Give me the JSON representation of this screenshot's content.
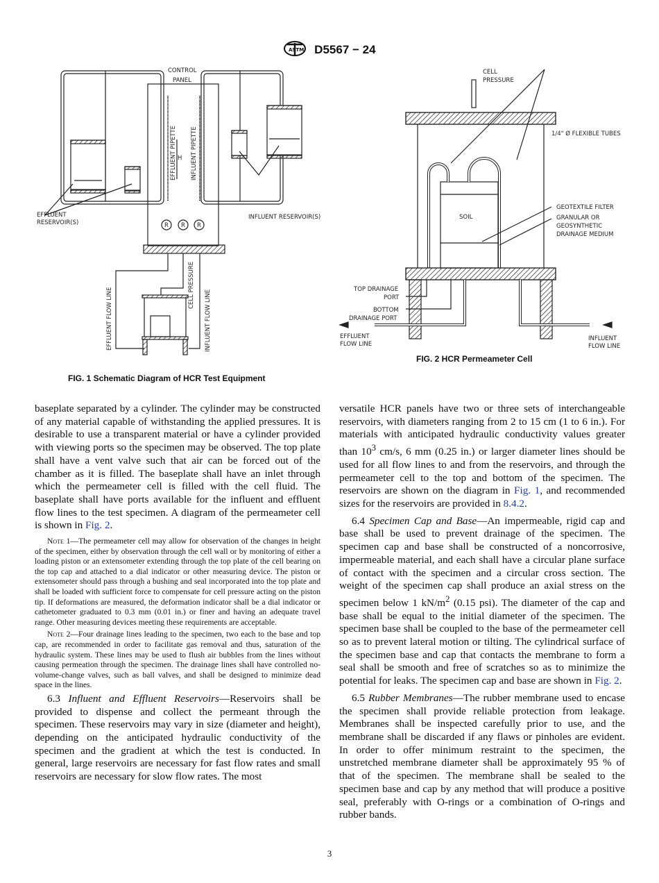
{
  "header": {
    "designation": "D5567 − 24",
    "logo": "astm-logo"
  },
  "fig1": {
    "caption": "FIG. 1  Schematic Diagram of HCR Test Equipment",
    "labels": {
      "control_panel_1": "CONTROL",
      "control_panel_2": "PANEL",
      "effluent_pipette": "EFFLUENT PIPETTE",
      "influent_pipette": "INFLUENT PIPETTE",
      "h": "H",
      "effluent_res_1": "EFFLUENT",
      "effluent_res_2": "RESERVOIR(S)",
      "influent_res": "INFLUENT RESERVOIR(S)",
      "r": "R",
      "effluent_flow": "EFFLUENT FLOW LINE",
      "cell_pressure": "CELL PRESSURE",
      "influent_flow": "INFLUENT FLOW LINE"
    }
  },
  "fig2": {
    "caption": "FIG. 2  HCR Permeameter Cell",
    "labels": {
      "cell_pressure_1": "CELL",
      "cell_pressure_2": "PRESSURE",
      "tubes": "1/4\" Ø FLEXIBLE TUBES",
      "soil": "SOIL",
      "geotextile": "GEOTEXTILE FILTER",
      "drain_1": "GRANULAR OR",
      "drain_2": "GEOSYNTHETIC",
      "drain_3": "DRAINAGE MEDIUM",
      "top_port_1": "TOP DRAINAGE",
      "top_port_2": "PORT",
      "bottom_port_1": "BOTTOM",
      "bottom_port_2": "DRAINAGE PORT",
      "eff_1": "EFFLUENT",
      "eff_2": "FLOW LINE",
      "inf_1": "INFLUENT",
      "inf_2": "FLOW LINE"
    }
  },
  "left": {
    "p1a": "baseplate separated by a cylinder. The cylinder may be constructed of any material capable of withstanding the applied pressures. It is desirable to use a transparent material or have a cylinder provided with viewing ports so the specimen may be observed. The top plate shall have a vent valve such that air can be forced out of the chamber as it is filled. The baseplate shall have an inlet through which the permeameter cell is filled with the cell fluid. The baseplate shall have ports available for the influent and effluent flow lines to the test specimen. A diagram of the permeameter cell is shown in ",
    "p1_link": "Fig. 2",
    "p1b": ".",
    "note1_label": "Note 1",
    "note1": "—The permeameter cell may allow for observation of the changes in height of the specimen, either by observation through the cell wall or by monitoring of either a loading piston or an extensometer extending through the top plate of the cell bearing on the top cap and attached to a dial indicator or other measuring device. The piston or extensometer should pass through a bushing and seal incorporated into the top plate and shall be loaded with sufficient force to compensate for cell pressure acting on the piston tip. If deformations are measured, the deformation indicator shall be a dial indicator or cathetometer graduated to 0.3 mm (0.01 in.) or finer and having an adequate travel range. Other measuring devices meeting these requirements are acceptable.",
    "note2_label": "Note 2",
    "note2": "—Four drainage lines leading to the specimen, two each to the base and top cap, are recommended in order to facilitate gas removal and thus, saturation of the hydraulic system. These lines may be used to flush air bubbles from the lines without causing permeation through the specimen. The drainage lines shall have controlled no-volume-change valves, such as ball valves, and shall be designed to minimize dead space in the lines.",
    "p63_num": "6.3 ",
    "p63_title": "Influent and Effluent Reservoirs",
    "p63": "—Reservoirs shall be provided to dispense and collect the permeant through the specimen. These reservoirs may vary in size (diameter and height), depending on the anticipated hydraulic conductivity of the specimen and the gradient at which the test is conducted. In general, large reservoirs are necessary for fast flow rates and small reservoirs are necessary for slow flow rates. The most"
  },
  "right": {
    "p1a": "versatile HCR panels have two or three sets of interchangeable reservoirs, with diameters ranging from 2 to 15 cm (1 to 6 in.). For materials with anticipated hydraulic conductivity values greater than 10",
    "p1_sup": "3",
    "p1b": " cm/s, 6 mm (0.25 in.) or larger diameter lines should be used for all flow lines to and from the reservoirs, and through the permeameter cell to the top and bottom of the specimen. The reservoirs are shown on the diagram in ",
    "p1_link1": "Fig. 1",
    "p1c": ", and recommended sizes for the reservoirs are provided in ",
    "p1_link2": "8.4.2",
    "p1d": ".",
    "p64_num": "6.4 ",
    "p64_title": "Specimen Cap and Base",
    "p64a": "—An impermeable, rigid cap and base shall be used to prevent drainage of the specimen. The specimen cap and base shall be constructed of a noncorrosive, impermeable material, and each shall have a circular plane surface of contact with the specimen and a circular cross section. The weight of the specimen cap shall produce an axial stress on the specimen below 1 kN/m",
    "p64_sup": "2",
    "p64b": " (0.15 psi). The diameter of the cap and base shall be equal to the initial diameter of the specimen. The specimen base shall be coupled to the base of the permeameter cell so as to prevent lateral motion or tilting. The cylindrical surface of the specimen base and cap that contacts the membrane to form a seal shall be smooth and free of scratches so as to minimize the potential for leaks. The specimen cap and base are shown in ",
    "p64_link": "Fig. 2",
    "p64c": ".",
    "p65_num": "6.5 ",
    "p65_title": "Rubber Membranes",
    "p65": "—The rubber membrane used to encase the specimen shall provide reliable protection from leakage. Membranes shall be inspected carefully prior to use, and the membrane shall be discarded if any flaws or pinholes are evident. In order to offer minimum restraint to the specimen, the unstretched membrane diameter shall be ap­proximately 95 % of that of the specimen. The membrane shall be sealed to the specimen base and cap by any method that will produce a positive seal, preferably with O-rings or a combina­tion of O-rings and rubber bands."
  },
  "page_number": "3",
  "colors": {
    "link": "#1f3fbf"
  }
}
